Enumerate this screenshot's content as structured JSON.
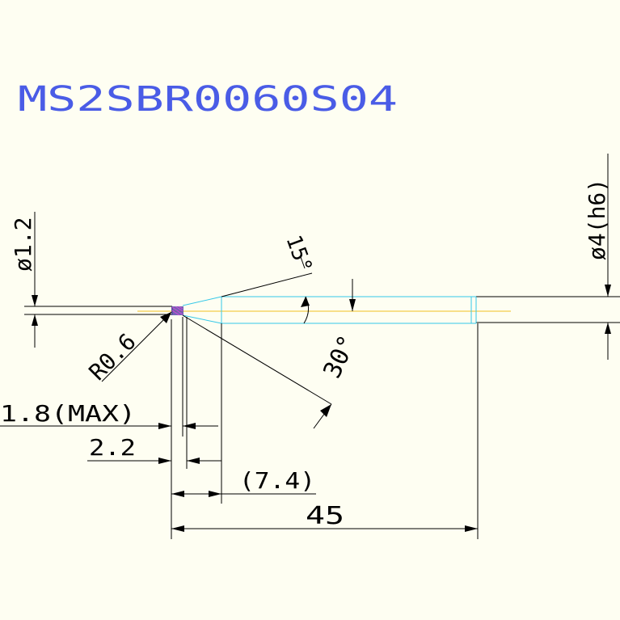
{
  "drawing": {
    "title": "MS2SBR0060S04",
    "colors": {
      "background": "#fefef2",
      "title": "#4a5ce6",
      "outline": "#000000",
      "body_edges": "#34c8e8",
      "center_line": "#f0c020",
      "ball_tip": "#5a4aa8"
    },
    "dimensions": {
      "neck_diameter": "ø1.2",
      "shank_diameter": "ø4(h6)",
      "ball_radius": "R0.6",
      "flute_length": "1.8(MAX)",
      "neck_length": "2.2",
      "taper_length": "(7.4)",
      "overall_length": "45",
      "angle_small": "15°",
      "angle_large": "30°"
    }
  }
}
